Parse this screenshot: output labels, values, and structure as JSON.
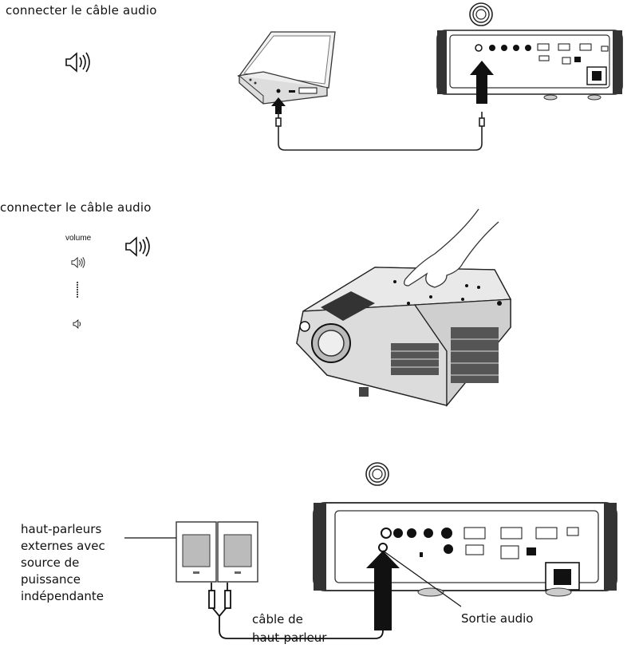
{
  "sections": {
    "laptop": {
      "caption": "connecter le câble audio"
    },
    "volume": {
      "caption": "connecter le câble audio",
      "volume_label": "volume"
    },
    "speakers": {
      "label_lines": [
        "haut-parleurs",
        "externes avec",
        "source de",
        "puissance",
        "indépendante"
      ],
      "cable_lines": [
        "câble de",
        "haut-parleur"
      ],
      "audio_out_label": "Sortie audio"
    }
  },
  "icons": [
    "speaker-icon",
    "lens-icon",
    "arrow-up-icon",
    "hand-icon",
    "laptop-icon",
    "projector-icon"
  ]
}
